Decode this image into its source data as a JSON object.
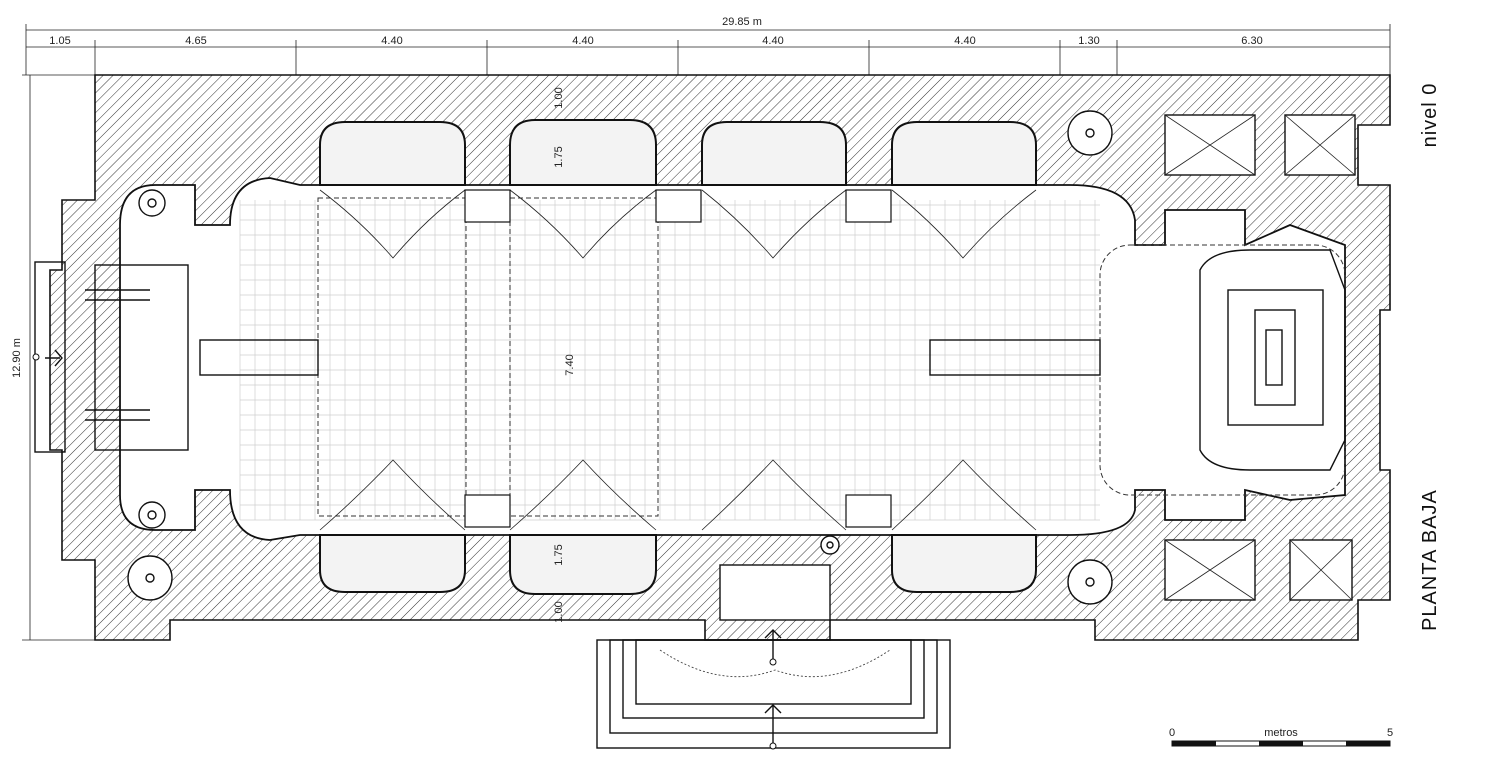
{
  "drawing": {
    "total_width": "29.85  m",
    "total_depth": "12.90  m",
    "segments": [
      "1.05",
      "4.65",
      "4.40",
      "4.40",
      "4.40",
      "4.40",
      "1.30",
      "6.30"
    ],
    "chapel_depth_top": "1.75",
    "chapel_depth_bottom": "1.75",
    "wall_top": "1.00",
    "wall_bottom": "1.00",
    "nave_width": "7.40",
    "level": "nivel 0",
    "floor_name": "PLANTA BAJA"
  },
  "scale_bar": {
    "start": "0",
    "unit": "metros",
    "end": "5"
  }
}
